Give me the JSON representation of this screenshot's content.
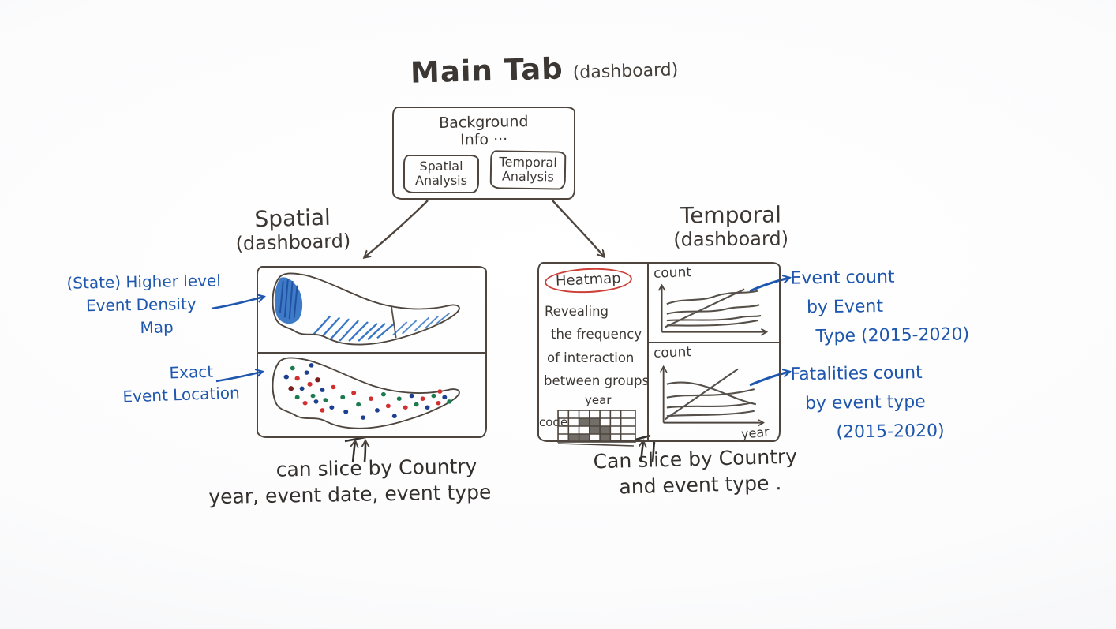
{
  "colors": {
    "ink_black": "#3d3733",
    "ink_blue": "#1e57ad",
    "circle_red": "#cc4038",
    "density_blue": "#2f6fc2",
    "dot_blue": "#1d3f8f",
    "dot_red": "#d03030",
    "dot_green": "#1b7a4e",
    "dot_dark_red": "#7a1f1f"
  },
  "title": {
    "main": "Main Tab",
    "paren": "(dashboard)"
  },
  "main_box": {
    "heading_line1": "Background",
    "heading_line2": "Info ···",
    "spatial_tab": {
      "line1": "Spatial",
      "line2": "Analysis"
    },
    "temporal_tab": {
      "line1": "Temporal",
      "line2": "Analysis"
    }
  },
  "spatial": {
    "title": "Spatial",
    "paren": "(dashboard)",
    "density_label": {
      "line1": "(State) Higher level",
      "line2": "Event Density",
      "line3": "Map"
    },
    "exact_label": {
      "line1": "Exact",
      "line2": "Event Location"
    },
    "note": {
      "line1": "can slice by Country",
      "line2": "year, event date, event type"
    }
  },
  "temporal": {
    "title": "Temporal",
    "paren": "(dashboard)",
    "heatmap_title": "Heatmap",
    "heatmap_desc": {
      "line1": "Revealing",
      "line2": "the frequency",
      "line3": "of interaction",
      "line4": "between groups"
    },
    "heatmap_axes": {
      "x": "year",
      "y": "code"
    },
    "top_chart": {
      "y_label": "count"
    },
    "bottom_chart": {
      "y_label": "count",
      "x_label": "year"
    },
    "top_annotation": {
      "line1": "Event count",
      "line2": "by Event",
      "line3": "Type (2015-2020)"
    },
    "bottom_annotation": {
      "line1": "Fatalities count",
      "line2": "by event type",
      "line3": "(2015-2020)"
    },
    "note": {
      "line1": "Can slice by Country",
      "line2": "and event type ."
    }
  }
}
